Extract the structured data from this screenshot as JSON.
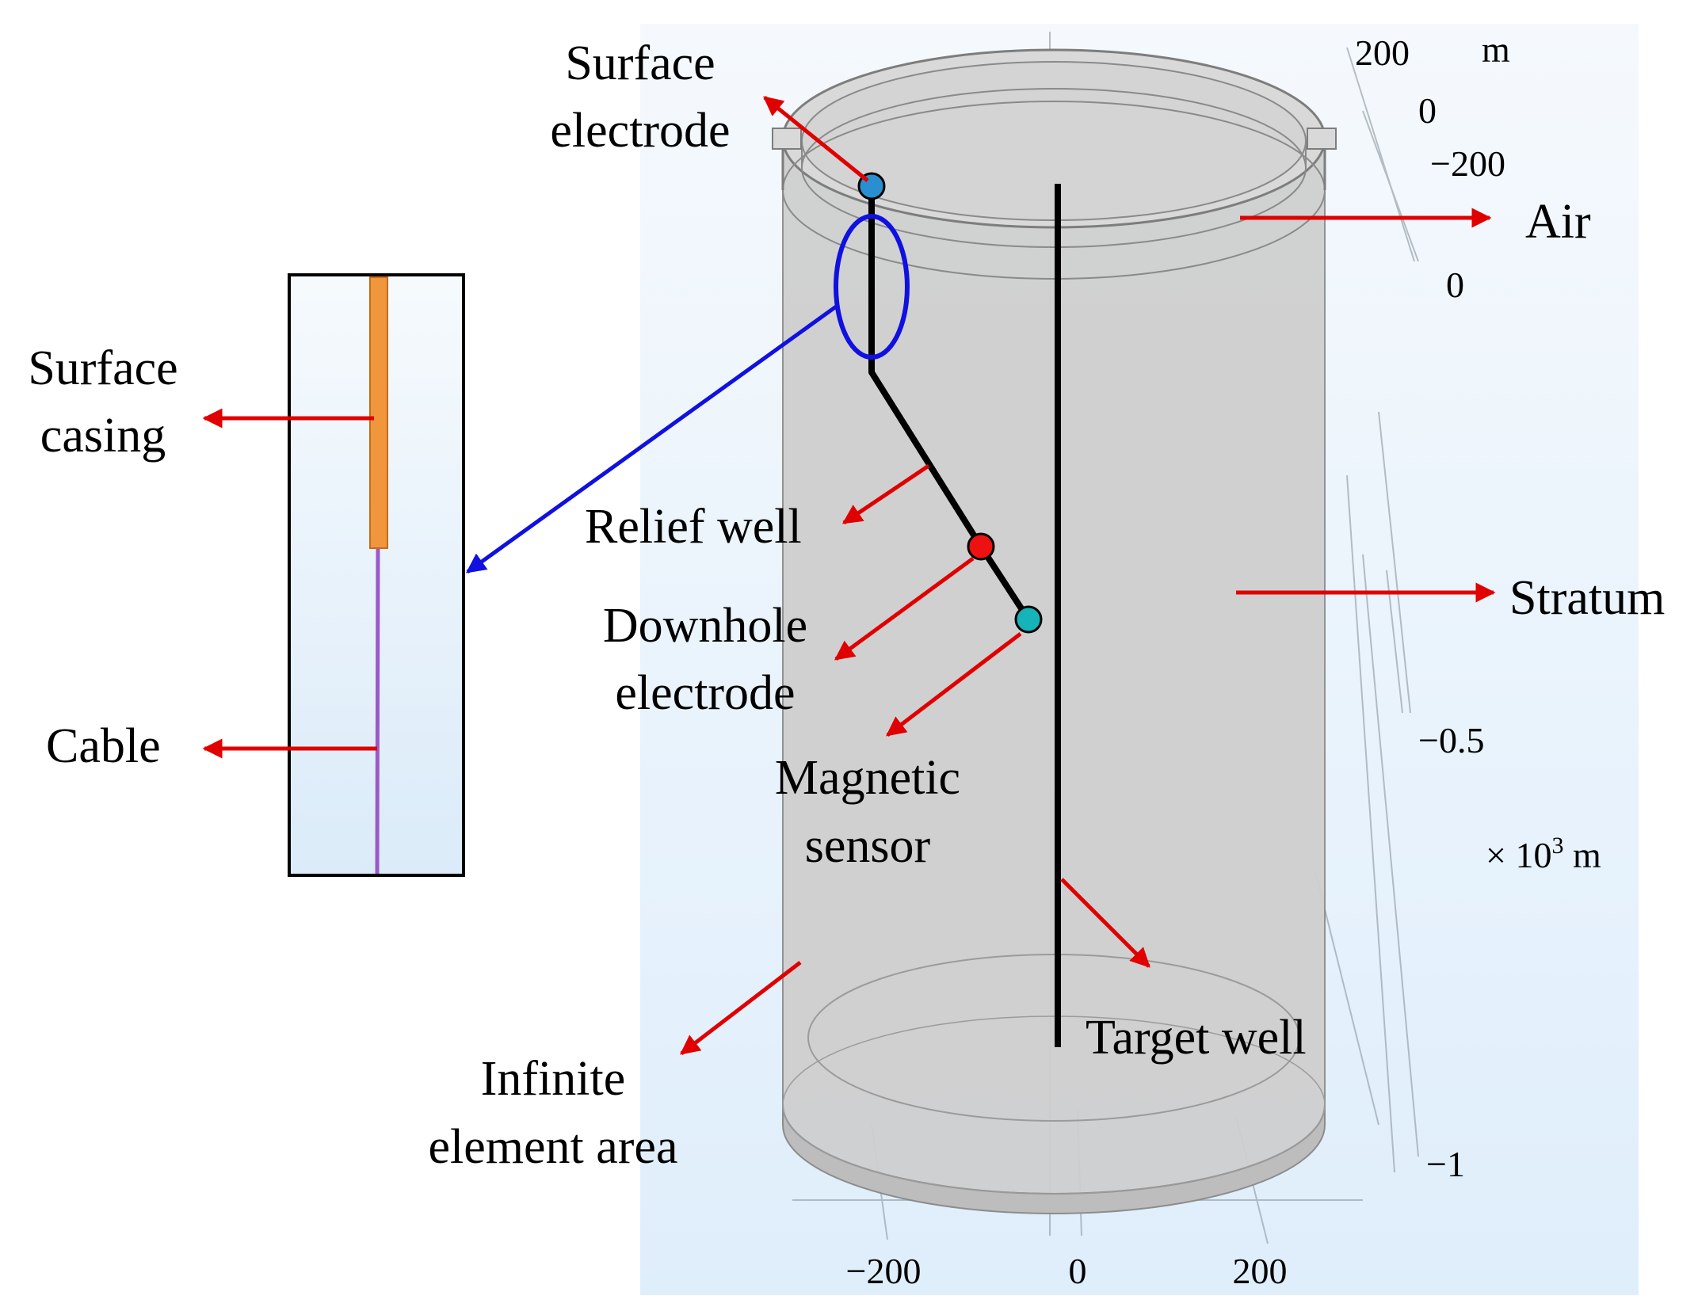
{
  "labels": {
    "surface_electrode": [
      "Surface",
      "electrode"
    ],
    "air": "Air",
    "surface_casing": [
      "Surface",
      "casing"
    ],
    "relief_well": "Relief well",
    "downhole_electrode": [
      "Downhole",
      "electrode"
    ],
    "stratum": "Stratum",
    "cable": "Cable",
    "magnetic_sensor": [
      "Magnetic",
      "sensor"
    ],
    "target_well": "Target well",
    "infinite_element_area": [
      "Infinite",
      "element area"
    ]
  },
  "axes": {
    "y_axis_top": {
      "ticks": [
        "200",
        "0",
        "−200"
      ],
      "unit": "m"
    },
    "z_axis": {
      "ticks": [
        "0",
        "−0.5",
        "−1"
      ],
      "unit_prefix": "× 10",
      "unit_exp": "3",
      "unit_suffix": " m"
    },
    "x_axis": {
      "ticks": [
        "−200",
        "0",
        "200"
      ]
    }
  },
  "colors": {
    "arrow": "#e00000",
    "zoom": "#1010e0",
    "casing": "#f0963c",
    "cable": "#9b59c8",
    "surface_electrode": "#2a8fd0",
    "downhole_electrode": "#ee1111",
    "magnetic_sensor": "#16b3b8",
    "cylinder": "#d2d2d2",
    "background": "#e3f0fb"
  }
}
